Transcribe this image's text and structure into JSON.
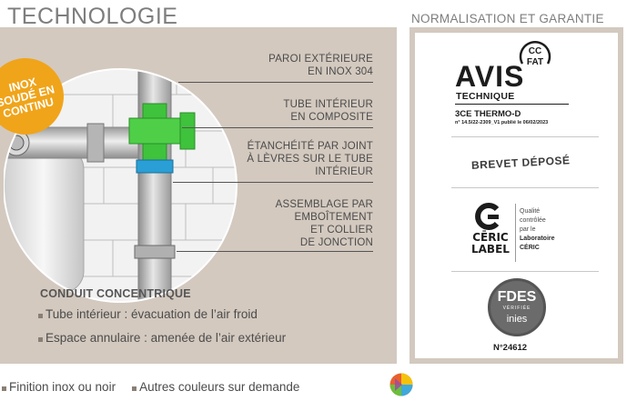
{
  "header": {
    "left_title": "TECHNOLOGIE",
    "right_title": "NORMALISATION ET GARANTIE"
  },
  "badge": {
    "lines": [
      "INOX",
      "SOUDÉ EN",
      "CONTINU"
    ]
  },
  "callouts": [
    {
      "lines": [
        "PAROI EXTÉRIEURE",
        "EN INOX 304"
      ]
    },
    {
      "lines": [
        "TUBE INTÉRIEUR",
        "EN COMPOSITE"
      ]
    },
    {
      "lines": [
        "ÉTANCHÉITÉ PAR JOINT",
        "À LÈVRES SUR LE TUBE",
        "INTÉRIEUR"
      ]
    },
    {
      "lines": [
        "ASSEMBLAGE PAR",
        "EMBOÎTEMENT",
        "ET COLLIER",
        "DE JONCTION"
      ]
    }
  ],
  "conduit": {
    "title": "CONDUIT CONCENTRIQUE",
    "bullets": [
      "Tube intérieur : évacuation de l’air froid",
      "Espace annulaire : amenée de l’air extérieur"
    ]
  },
  "certifications": {
    "avis": {
      "logo_letters": [
        "CC",
        "FAT"
      ],
      "word": "AVIS",
      "sub": "TECHNIQUE",
      "name": "3CE THERMO-D",
      "number": "n° 14.5/22-2309_V1 publié le 06/02/2023"
    },
    "brevet": "BREVET DÉPOSÉ",
    "ceric": {
      "word_lines": [
        "CĒRIC",
        "LABEL"
      ],
      "text_lines": [
        "Qualité",
        "contrôlée",
        "par le",
        "Laboratoire",
        "CÉRIC"
      ]
    },
    "fdes": {
      "word": "FDES",
      "verified": "VÉRIFIÉE",
      "inies": "inies",
      "number": "N°24612"
    }
  },
  "footer": {
    "items": [
      "Finition inox ou noir",
      "Autres couleurs sur demande"
    ]
  },
  "colors": {
    "panel_bg": "#d3c9bf",
    "badge": "#f0a41a",
    "composite_green": "#3fc23c",
    "gasket_blue": "#2a9fd6"
  },
  "icons": [
    "color-palette-icon",
    "ceric-logo-icon",
    "cc-fat-logo-icon"
  ]
}
